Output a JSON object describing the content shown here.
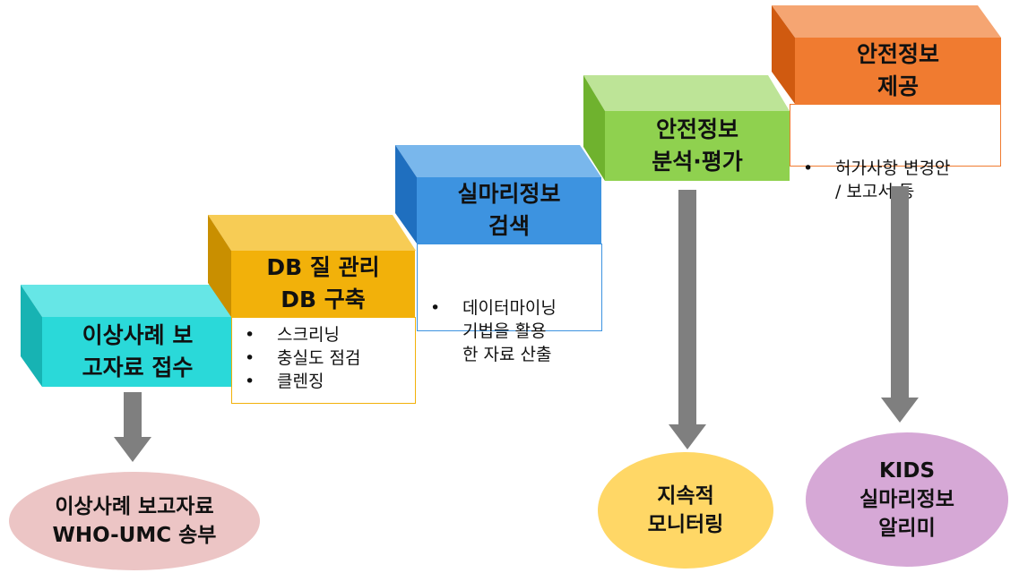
{
  "steps": [
    {
      "line1": "이상사례 보",
      "line2": "고자료 접수"
    },
    {
      "line1": "DB 질 관리",
      "line2": "DB 구축"
    },
    {
      "line1": "실마리정보",
      "line2": "검색"
    },
    {
      "line1": "안전정보",
      "line2": "분석·평가"
    },
    {
      "line1": "안전정보",
      "line2": "제공"
    }
  ],
  "details": {
    "db": [
      "스크리닝",
      "충실도 점검",
      "클렌징"
    ],
    "search": [
      "데이터마이닝\n기법을 활용\n한 자료 산출"
    ],
    "provide": [
      "허가사항 변경안\n/ 보고서 등"
    ]
  },
  "outcomes": [
    {
      "line1": "이상사례 보고자료",
      "line2": "WHO-UMC 송부"
    },
    {
      "line1": "지속적",
      "line2": "모니터링"
    },
    {
      "line1": "KIDS",
      "line2": "실마리정보",
      "line3": "알리미"
    }
  ],
  "colors": {
    "cyan": "#2ad9d9",
    "cyan_top": "#66e6e6",
    "cyan_side": "#17b3b3",
    "gold": "#f2b10a",
    "gold_top": "#f7cc55",
    "gold_side": "#c98f00",
    "blue": "#3d93e0",
    "blue_top": "#79b7ec",
    "blue_side": "#1f6fbf",
    "green": "#8fd14f",
    "green_top": "#bde497",
    "green_side": "#6fb22e",
    "orange": "#f07b30",
    "orange_top": "#f5a572",
    "orange_side": "#d05a10",
    "arrow": "#7f7f7f",
    "pink": "#ecc5c5",
    "yellow": "#ffd766",
    "purple": "#d6a8d6"
  }
}
